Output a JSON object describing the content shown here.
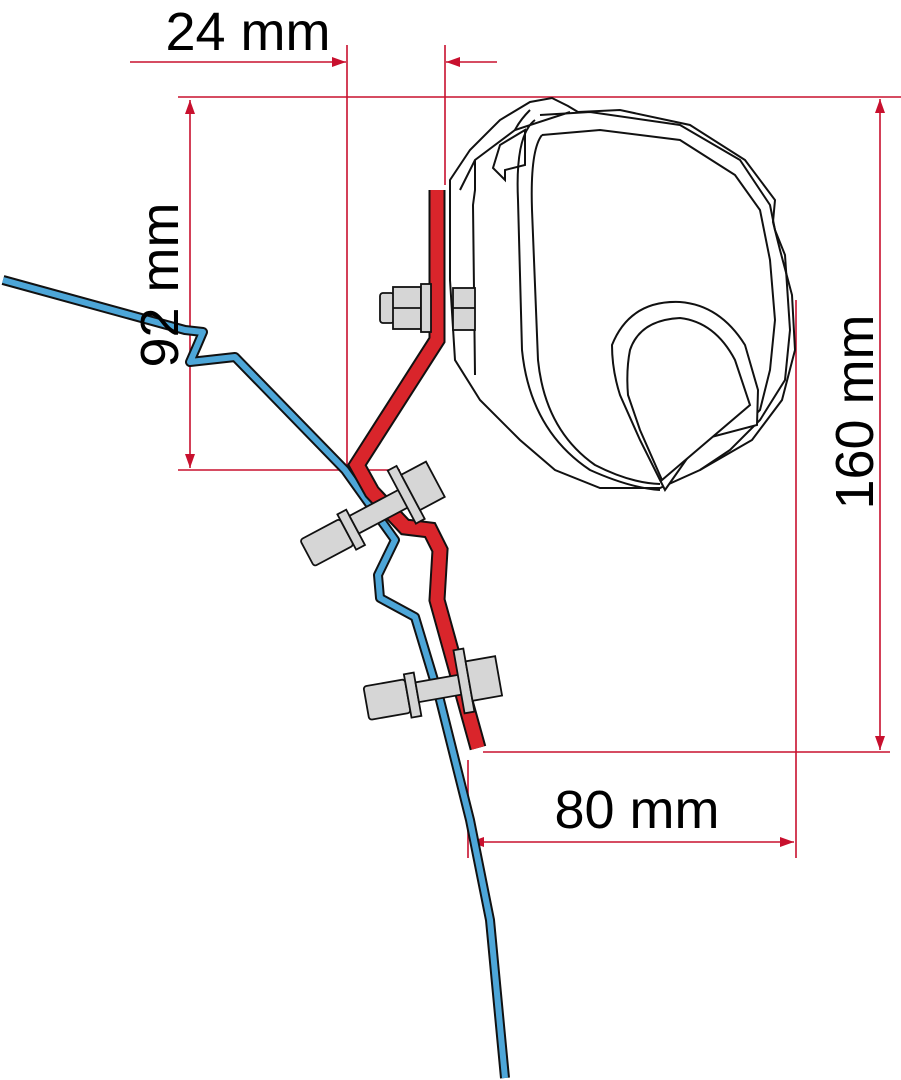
{
  "dimensions": {
    "width_offset": "24 mm",
    "height_bracket": "92 mm",
    "height_total": "160 mm",
    "depth": "80 mm"
  },
  "colors": {
    "dimension_line": "#c8102e",
    "bracket": "#d9252b",
    "vehicle_wall": "#4da6d8",
    "hardware": "#d6d6d6",
    "outline": "#111111"
  }
}
